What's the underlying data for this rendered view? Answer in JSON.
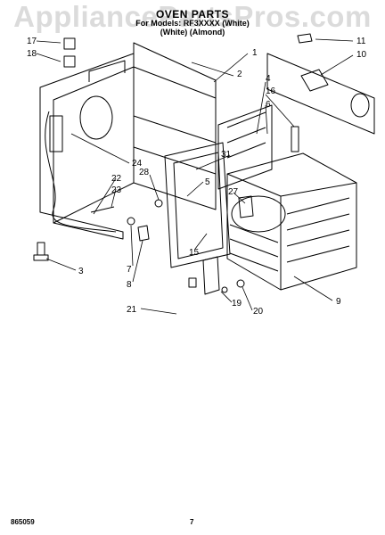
{
  "watermark": "AppliancePartsPros.com",
  "header": {
    "title": "OVEN PARTS",
    "parts_line": "For Models: RF3XXXX (White)",
    "color_line": "(White)          (Almond)"
  },
  "footer": {
    "doc_number": "865059",
    "page_number": "7"
  },
  "callouts": [
    "17",
    "18",
    "1",
    "2",
    "11",
    "10",
    "4",
    "16",
    "6",
    "24",
    "28",
    "31",
    "22",
    "23",
    "5",
    "27",
    "3",
    "7",
    "8",
    "15",
    "9",
    "19",
    "20",
    "21"
  ],
  "colors": {
    "ink": "#000000",
    "watermark": "#cfcfcf"
  }
}
